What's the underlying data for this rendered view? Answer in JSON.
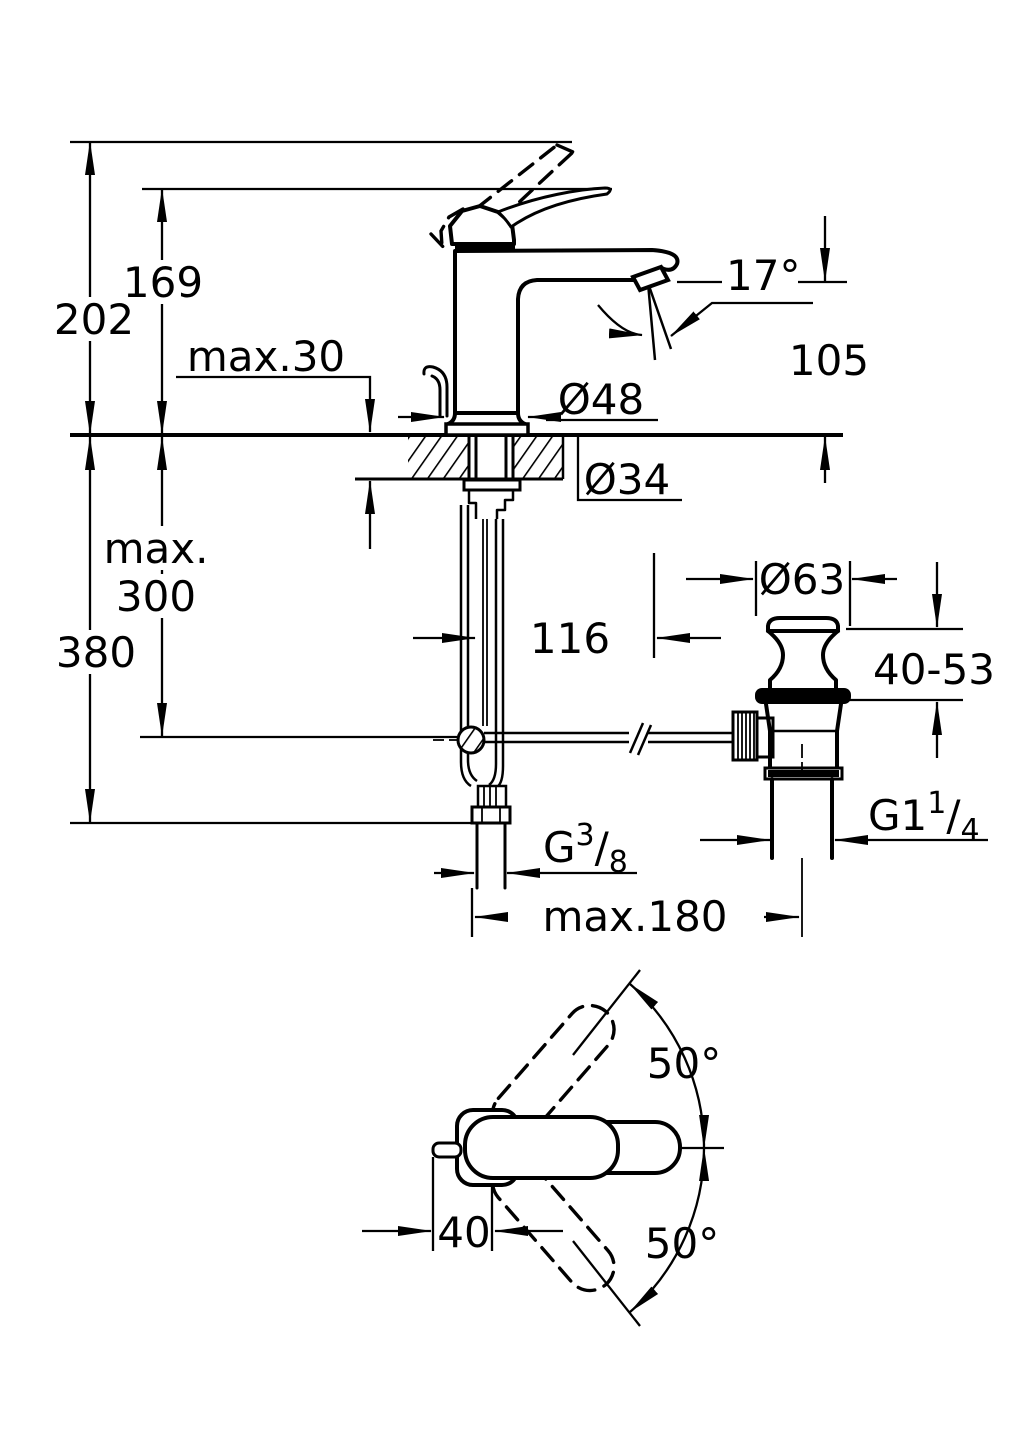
{
  "drawing": {
    "kind": "technical dimensional drawing",
    "subject": "single-lever basin mixer with pop-up waste",
    "units": "mm",
    "ink_color": "#000000",
    "paper_color": "#ffffff"
  },
  "labels": {
    "height_total": "202",
    "height_spout_tip": "169",
    "deck_thickness_max": "max.30",
    "spout_angle": "17°",
    "spout_to_deck": "105",
    "base_diameter": "Ø48",
    "hole_diameter": "Ø34",
    "below_deck_max_word": "max.",
    "below_deck_max_value": "300",
    "overall_depth": "380",
    "center_to_waste": "116",
    "waste_flange_diameter": "Ø63",
    "waste_deck_range": "40-53",
    "waste_thread_base": "G1",
    "waste_thread_sup": "1",
    "waste_thread_slash": "/",
    "waste_thread_sub": "4",
    "supply_thread_base": "G",
    "supply_thread_sup": "3",
    "supply_thread_slash": "/",
    "supply_thread_sub": "8",
    "waste_reach_max": "max.180",
    "handle_swing_up": "50°",
    "handle_swing_down": "50°",
    "handle_pin_offset": "40"
  }
}
